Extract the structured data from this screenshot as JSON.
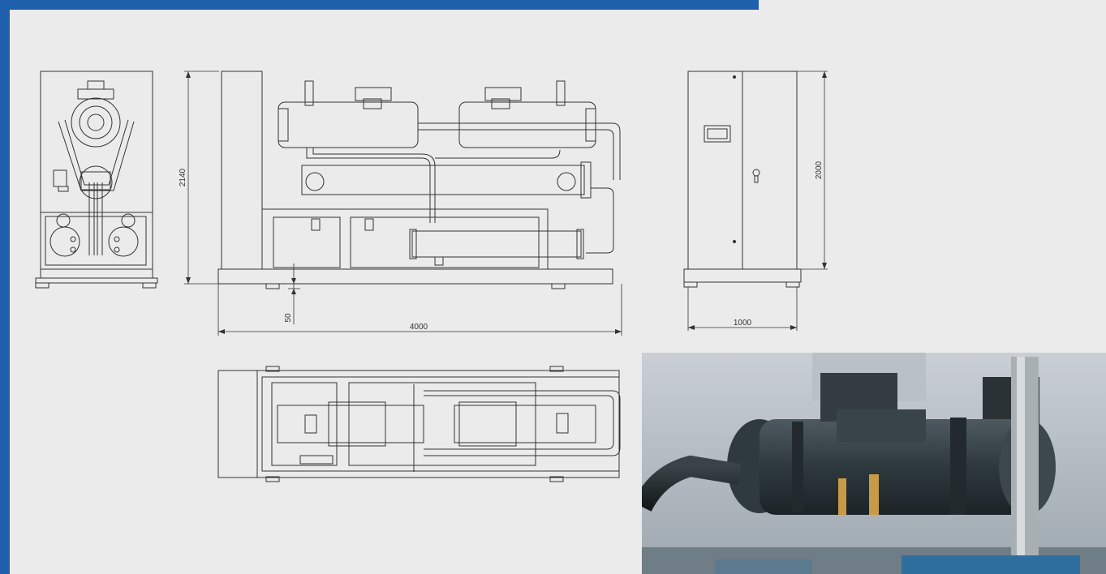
{
  "dimensions": {
    "height_overall": "2140",
    "height_side": "2000",
    "length": "4000",
    "width": "1000",
    "base_height": "50"
  },
  "colors": {
    "brand_blue": "#2160ad",
    "background": "#eaebea",
    "line": "#333333"
  }
}
